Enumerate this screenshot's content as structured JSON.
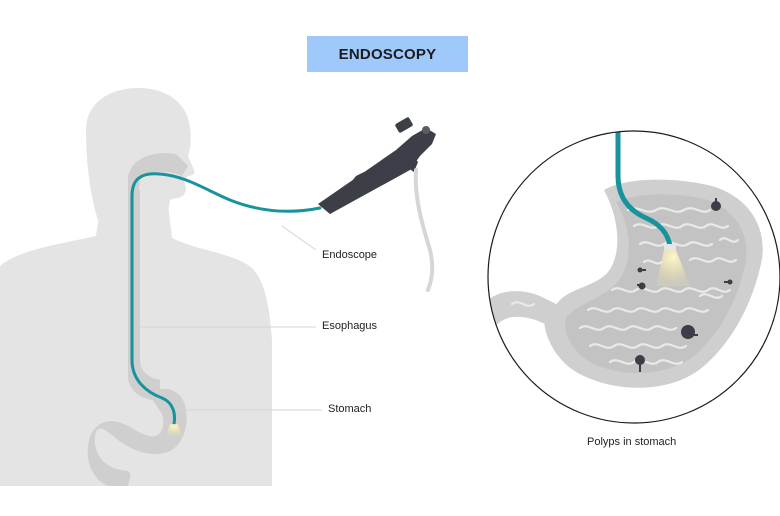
{
  "title": "ENDOSCOPY",
  "labels": {
    "endoscope": "Endoscope",
    "esophagus": "Esophagus",
    "stomach": "Stomach",
    "polyps": "Polyps in stomach"
  },
  "colors": {
    "title_bg": "#9fc8fb",
    "body_silhouette": "#e4e4e4",
    "organ_gray": "#cfcfcf",
    "tube_teal": "#18939c",
    "scope_dark": "#3d3f48",
    "cable_gray": "#d6d6d6",
    "polyp_dark": "#3b3d47",
    "light_glow": "#f3e6a1"
  },
  "icons": {
    "body": "human-silhouette",
    "scope": "endoscope-handle",
    "zoom": "magnified-stomach"
  }
}
